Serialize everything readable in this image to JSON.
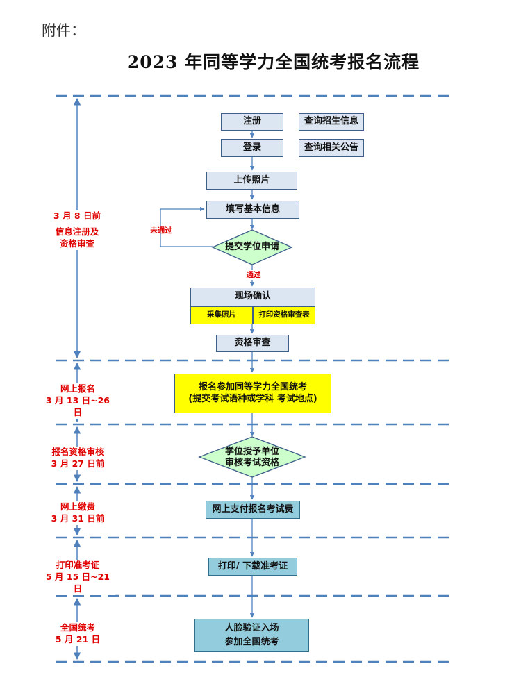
{
  "attachment_label": "附件：",
  "title": "2023 年同等学力全国统考报名流程",
  "colors": {
    "dash_line": "#4f81bd",
    "arrow": "#4f81bd",
    "stage_text": "#e00000",
    "light_box": "#dce6f2",
    "yellow_box": "#ffff00",
    "teal_box": "#93cddd",
    "diamond": "#ccffcc"
  },
  "stages": [
    {
      "line1": "3 月 8 日前",
      "line2": "信息注册及",
      "line3": "资格审查"
    },
    {
      "line1": "网上报名",
      "line2": "3 月 13 日~26 日"
    },
    {
      "line1": "报名资格审核",
      "line2": "3 月 27 日前"
    },
    {
      "line1": "网上缴费",
      "line2": "3 月 31 日前"
    },
    {
      "line1": "打印准考证",
      "line2": "5 月 15 日~21 日"
    },
    {
      "line1": "全国统考",
      "line2": "5 月 21 日"
    }
  ],
  "flow": {
    "register": "注册",
    "query_admission": "查询招生信息",
    "login": "登录",
    "query_notices": "查询相关公告",
    "upload_photo": "上传照片",
    "fill_info": "填写基本信息",
    "submit_degree": "提交学位申请",
    "not_passed": "未通过",
    "passed": "通过",
    "onsite_confirm": "现场确认",
    "collect_photo": "采集照片",
    "print_review_form": "打印资格审查表",
    "qualification_review": "资格审查",
    "signup_line1": "报名参加同等学力全国统考",
    "signup_line2": "(提交考试语种或学科  考试地点)",
    "degree_unit_line1": "学位授予单位",
    "degree_unit_line2": "审核考试资格",
    "online_payment": "网上支付报名考试费",
    "print_ticket": "打印/ 下载准考证",
    "exam_line1": "人脸验证入场",
    "exam_line2": "参加全国统考"
  }
}
